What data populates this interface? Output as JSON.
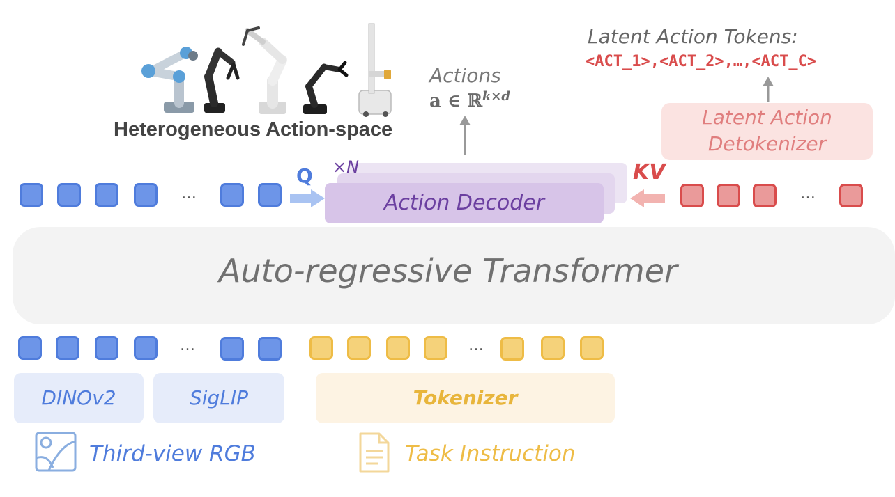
{
  "robots_title": "Heterogeneous Action-space",
  "actions_label": "Actions",
  "actions_math": "a ∈ ℝ",
  "actions_math_sup": "k×d",
  "latent_title": "Latent Action Tokens:",
  "latent_tokens": "<ACT_1>,<ACT_2>,…,<ACT_C>",
  "detokenizer_line1": "Latent Action",
  "detokenizer_line2": "Detokenizer",
  "q_label": "Q",
  "kv_label": "KV",
  "xn_label": "×N",
  "decoder_label": "Action Decoder",
  "transformer_label": "Auto-regressive Transformer",
  "dots": "…",
  "encoders": {
    "dino": "DINOv2",
    "siglip": "SigLIP",
    "tokenizer": "Tokenizer"
  },
  "inputs": {
    "rgb": "Third-view RGB",
    "task": "Task Instruction"
  },
  "colors": {
    "blue": "#4f7cdc",
    "yellow": "#eebc46",
    "red": "#d94c4c",
    "purple": "#6b3fa0"
  }
}
